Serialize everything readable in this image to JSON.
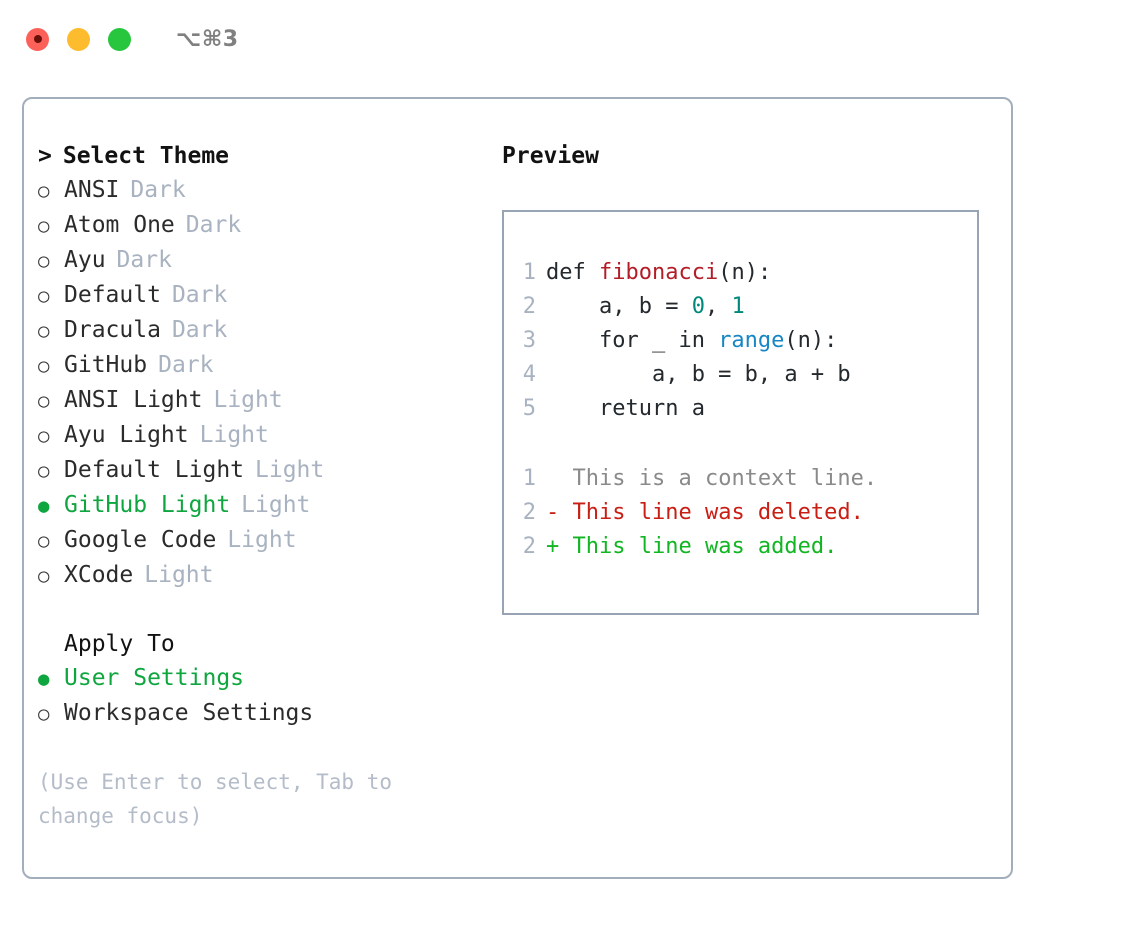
{
  "titlebar": {
    "shortcut": "⌥⌘3",
    "buttons": [
      {
        "name": "close",
        "color": "#fb6159",
        "recording": true
      },
      {
        "name": "minimize",
        "color": "#fdbc2e",
        "recording": false
      },
      {
        "name": "maximize",
        "color": "#28c63f",
        "recording": false
      }
    ]
  },
  "theme_selector": {
    "heading": "Select Theme",
    "prompt": ">",
    "marker_unselected": "○",
    "marker_selected": "●",
    "options": [
      {
        "label": "ANSI",
        "kind": "Dark",
        "selected": false
      },
      {
        "label": "Atom One",
        "kind": "Dark",
        "selected": false
      },
      {
        "label": "Ayu",
        "kind": "Dark",
        "selected": false
      },
      {
        "label": "Default",
        "kind": "Dark",
        "selected": false
      },
      {
        "label": "Dracula",
        "kind": "Dark",
        "selected": false
      },
      {
        "label": "GitHub",
        "kind": "Dark",
        "selected": false
      },
      {
        "label": "ANSI Light",
        "kind": "Light",
        "selected": false
      },
      {
        "label": "Ayu Light",
        "kind": "Light",
        "selected": false
      },
      {
        "label": "Default Light",
        "kind": "Light",
        "selected": false
      },
      {
        "label": "GitHub Light",
        "kind": "Light",
        "selected": true
      },
      {
        "label": "Google Code",
        "kind": "Light",
        "selected": false
      },
      {
        "label": "XCode",
        "kind": "Light",
        "selected": false
      }
    ]
  },
  "apply_to": {
    "heading": "Apply To",
    "options": [
      {
        "label": "User Settings",
        "selected": true
      },
      {
        "label": "Workspace Settings",
        "selected": false
      }
    ]
  },
  "hint": "(Use Enter to select, Tab to change focus)",
  "preview": {
    "title": "Preview",
    "code_lines": [
      {
        "number": "1",
        "tokens": [
          {
            "text": "def ",
            "type": "plain"
          },
          {
            "text": "fibonacci",
            "type": "func"
          },
          {
            "text": "(n):",
            "type": "plain"
          }
        ]
      },
      {
        "number": "2",
        "tokens": [
          {
            "text": "    a, b = ",
            "type": "plain"
          },
          {
            "text": "0",
            "type": "num"
          },
          {
            "text": ", ",
            "type": "plain"
          },
          {
            "text": "1",
            "type": "num"
          }
        ]
      },
      {
        "number": "3",
        "tokens": [
          {
            "text": "    for _ in ",
            "type": "plain"
          },
          {
            "text": "range",
            "type": "call"
          },
          {
            "text": "(n):",
            "type": "plain"
          }
        ]
      },
      {
        "number": "4",
        "tokens": [
          {
            "text": "        a, b = b, a + b",
            "type": "plain"
          }
        ]
      },
      {
        "number": "5",
        "tokens": [
          {
            "text": "    return a",
            "type": "plain"
          }
        ]
      }
    ],
    "diff_lines": [
      {
        "number": "1",
        "marker": "  ",
        "text": "This is a context line.",
        "type": "context"
      },
      {
        "number": "2",
        "marker": "- ",
        "text": "This line was deleted.",
        "type": "deleted"
      },
      {
        "number": "2",
        "marker": "+ ",
        "text": "This line was added.",
        "type": "added"
      }
    ]
  },
  "colors": {
    "accent_green": "#0fa63f",
    "muted": "#a8b2c0",
    "border": "#a3aebc",
    "preview_border": "#98a3b3",
    "syntax_function": "#b31d28",
    "syntax_number": "#00897b",
    "syntax_call": "#1786c4",
    "diff_deleted": "#c81e14",
    "diff_added": "#12b522",
    "diff_context": "#8a8a8a"
  }
}
